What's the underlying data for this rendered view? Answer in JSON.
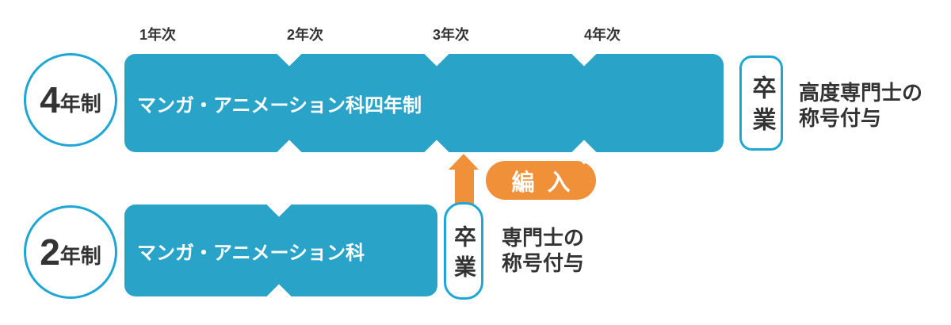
{
  "colors": {
    "bar_blue": "#2AA3C9",
    "outline_blue": "#1EA6D4",
    "accent_orange": "#F0913A",
    "text_dark": "#333333",
    "text_white": "#FFFFFF"
  },
  "four_year_row": {
    "duration_badge": {
      "number": "4",
      "suffix": "年制"
    },
    "year_labels": [
      "1年次",
      "2年次",
      "3年次",
      "4年次"
    ],
    "bar_label": "マンガ・アニメーション科四年制",
    "graduation_label": "卒業",
    "note_line1": "高度専門士の",
    "note_line2": "称号付与"
  },
  "two_year_row": {
    "duration_badge": {
      "number": "2",
      "suffix": "年制"
    },
    "bar_label": "マンガ・アニメーション科",
    "graduation_label": "卒業",
    "note_line1": "専門士の",
    "note_line2": "称号付与"
  },
  "transfer": {
    "label": "編入"
  }
}
